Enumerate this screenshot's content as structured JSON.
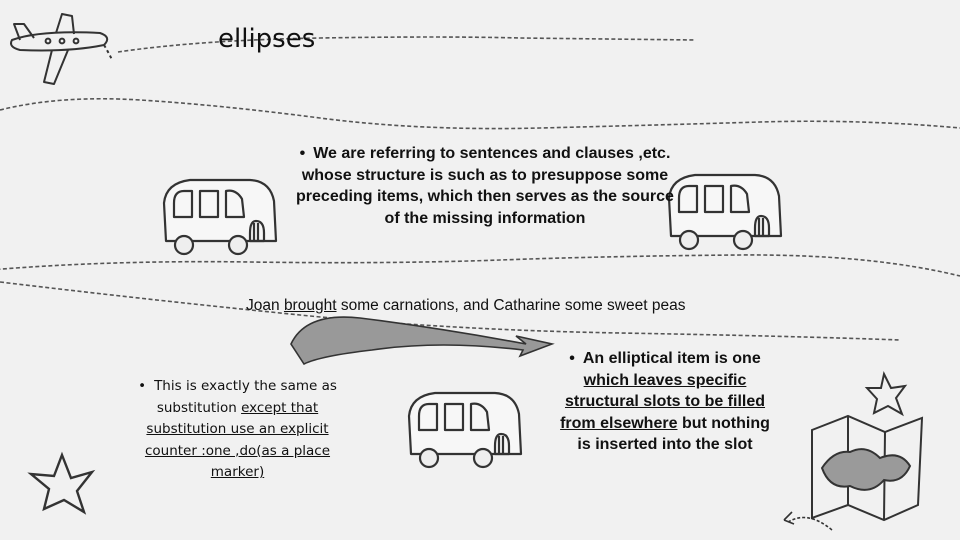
{
  "slide": {
    "title": "ellipses",
    "bullet_symbol": "•",
    "definition": {
      "text": "We are referring to sentences and clauses ,etc. whose structure is such as to presuppose some preceding items, which then serves as the source of the missing information"
    },
    "example": {
      "subject": "Joan",
      "verb": "brought",
      "rest": "some carnations, and Catharine some sweet peas"
    },
    "elliptical_item": {
      "part1": "An elliptical item is",
      "part2": "one",
      "part3": "which leaves specific structural slots to be filled from elsewhere",
      "part4": "but nothing is inserted into the slot"
    },
    "substitution_note": {
      "part1": "This is exactly the same as substitution",
      "part2": "except that substitution use an explicit counter :one ,do(as a place marker)"
    }
  }
}
